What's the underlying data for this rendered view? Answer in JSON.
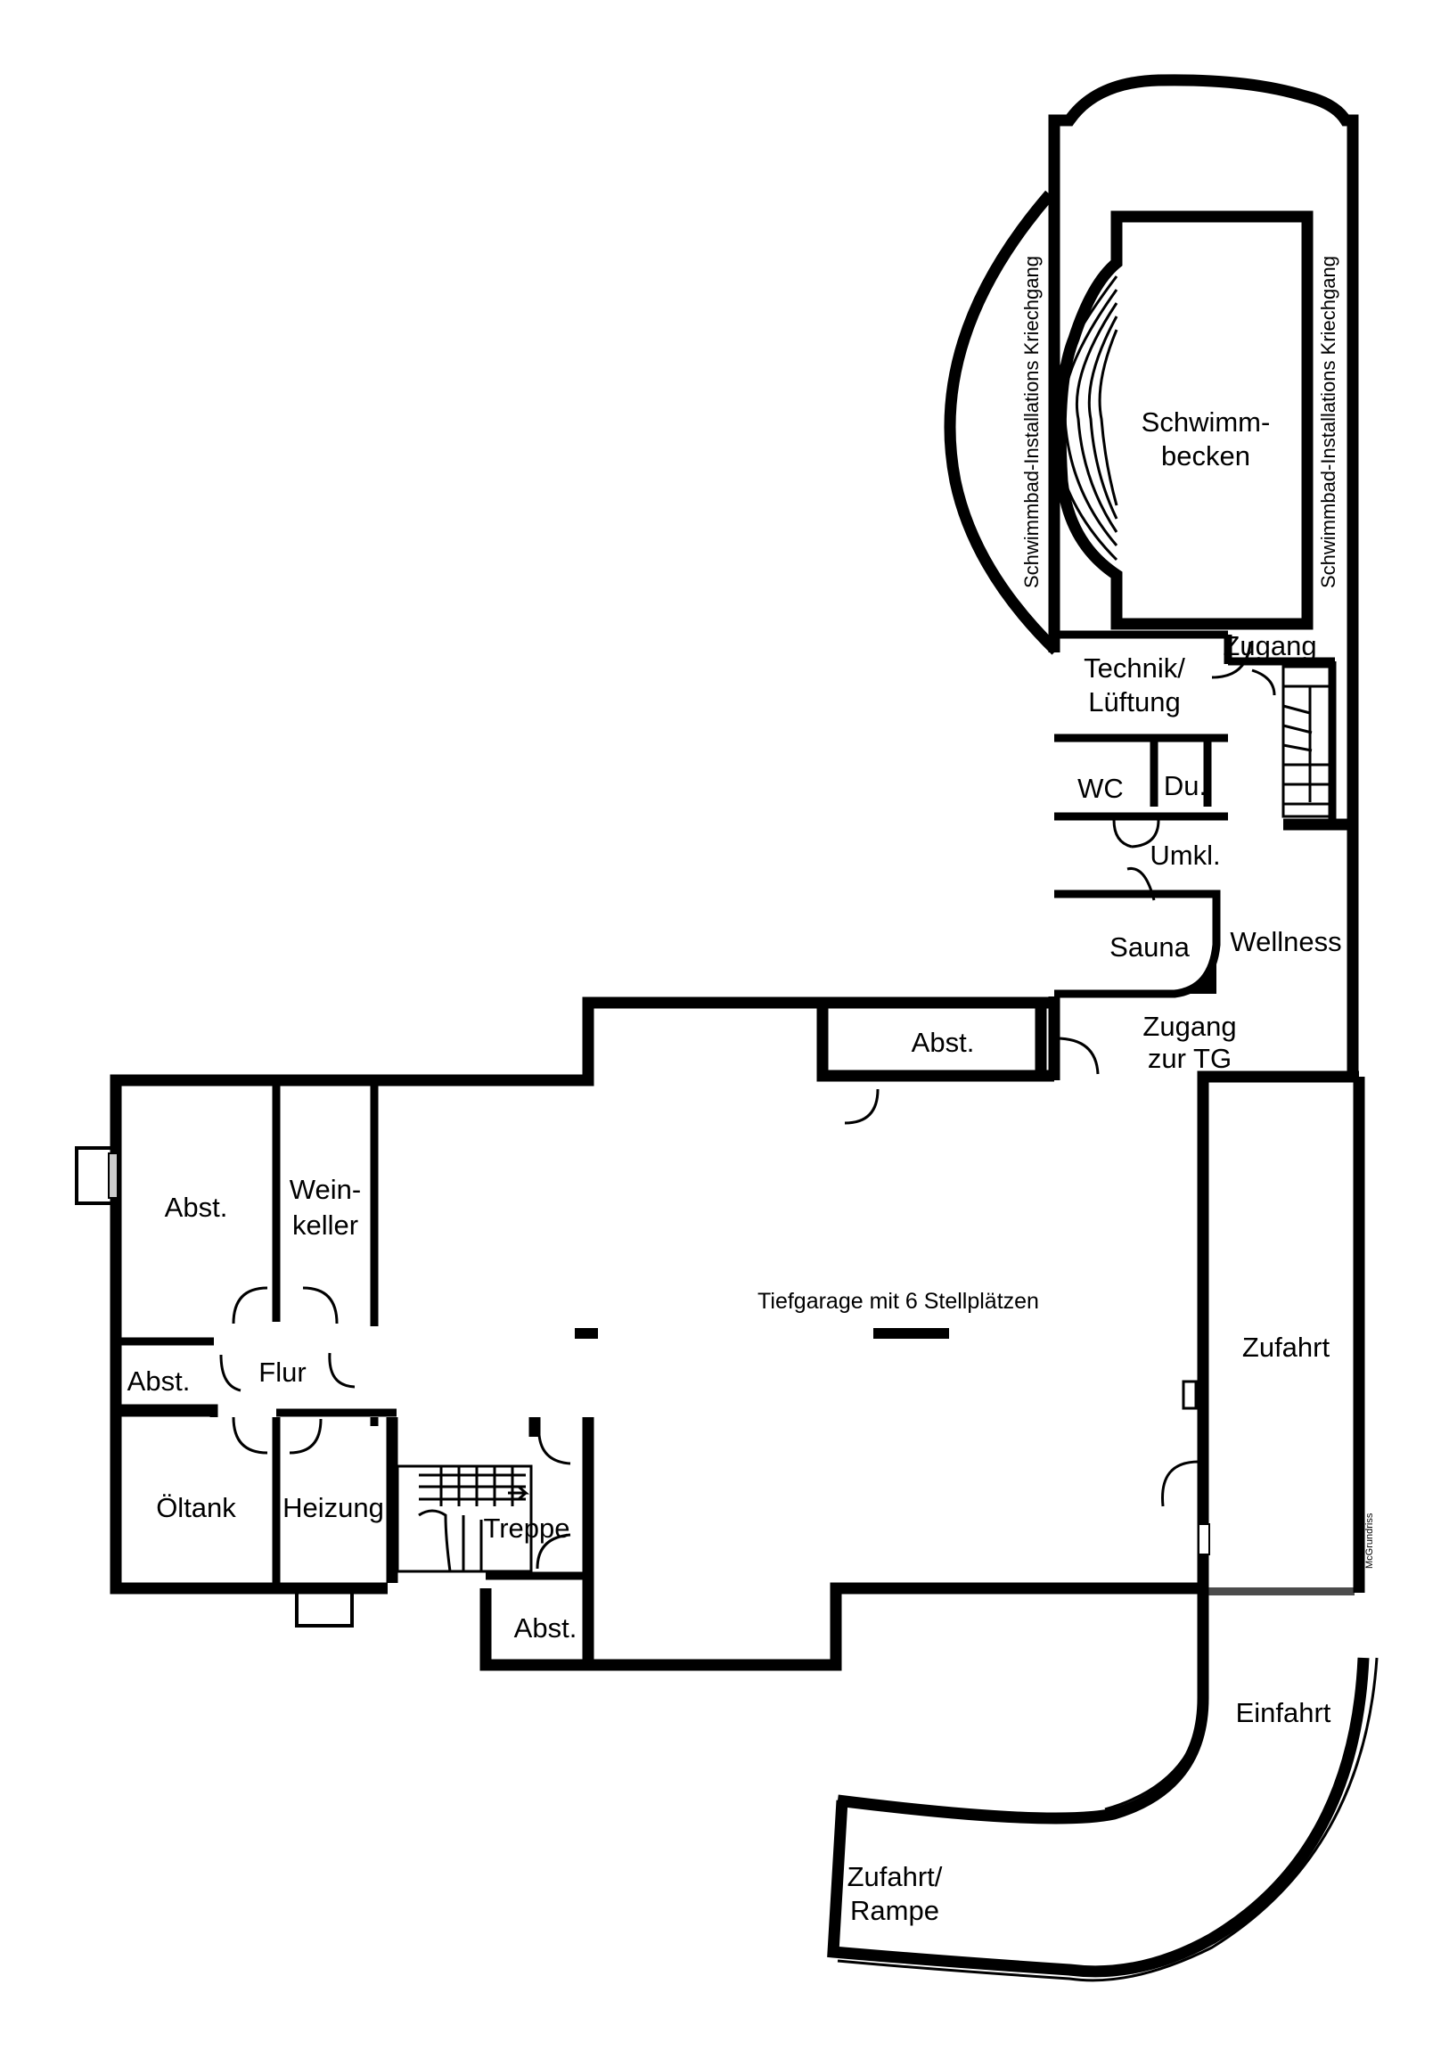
{
  "rooms": {
    "pool": [
      "Schwimm-",
      "becken"
    ],
    "crawlspace": "Schwimmbad-Installations Kriechgang",
    "zugang": "Zugang",
    "technik": [
      "Technik/",
      "Lüftung"
    ],
    "wc": "WC",
    "du": "Du.",
    "umkl": "Umkl.",
    "sauna": "Sauna",
    "wellness": "Wellness",
    "abst_top": "Abst.",
    "zugang_tg": [
      "Zugang",
      "zur TG"
    ],
    "abst_left": "Abst.",
    "weinkeller": [
      "Wein-",
      "keller"
    ],
    "garage": "Tiefgarage mit 6 Stellplätzen",
    "zufahrt": "Zufahrt",
    "abst_small": "Abst.",
    "flur": "Flur",
    "oeltank": "Öltank",
    "heizung": "Heizung",
    "treppe": "Treppe",
    "abst_bottom": "Abst.",
    "einfahrt": "Einfahrt",
    "rampe": [
      "Zufahrt/",
      "Rampe"
    ]
  },
  "credit": "McGrundriss"
}
